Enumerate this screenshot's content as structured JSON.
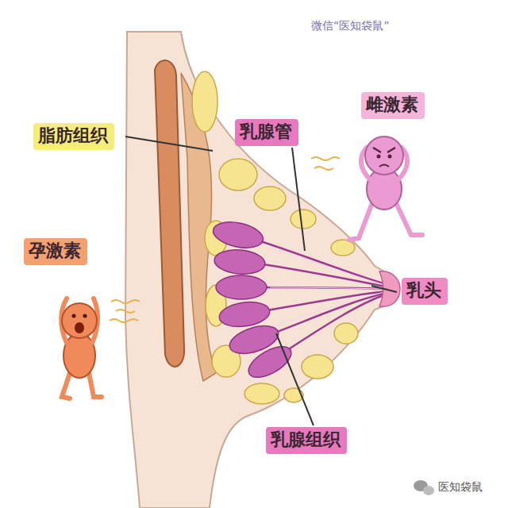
{
  "diagram": {
    "nodes": [
      {
        "text": [
          "雌激素"
        ]
      },
      {
        "text": [
          "脂肪组织"
        ]
      },
      {
        "text": [
          "乳腺管"
        ]
      },
      {
        "text": [
          "孕激素"
        ]
      },
      {
        "text": [
          "乳头"
        ]
      },
      {
        "text": [
          "乳腺组织"
        ]
      }
    ],
    "labels": [
      "微信“医知袋鼠”",
      "医知袋鼠"
    ]
  }
}
